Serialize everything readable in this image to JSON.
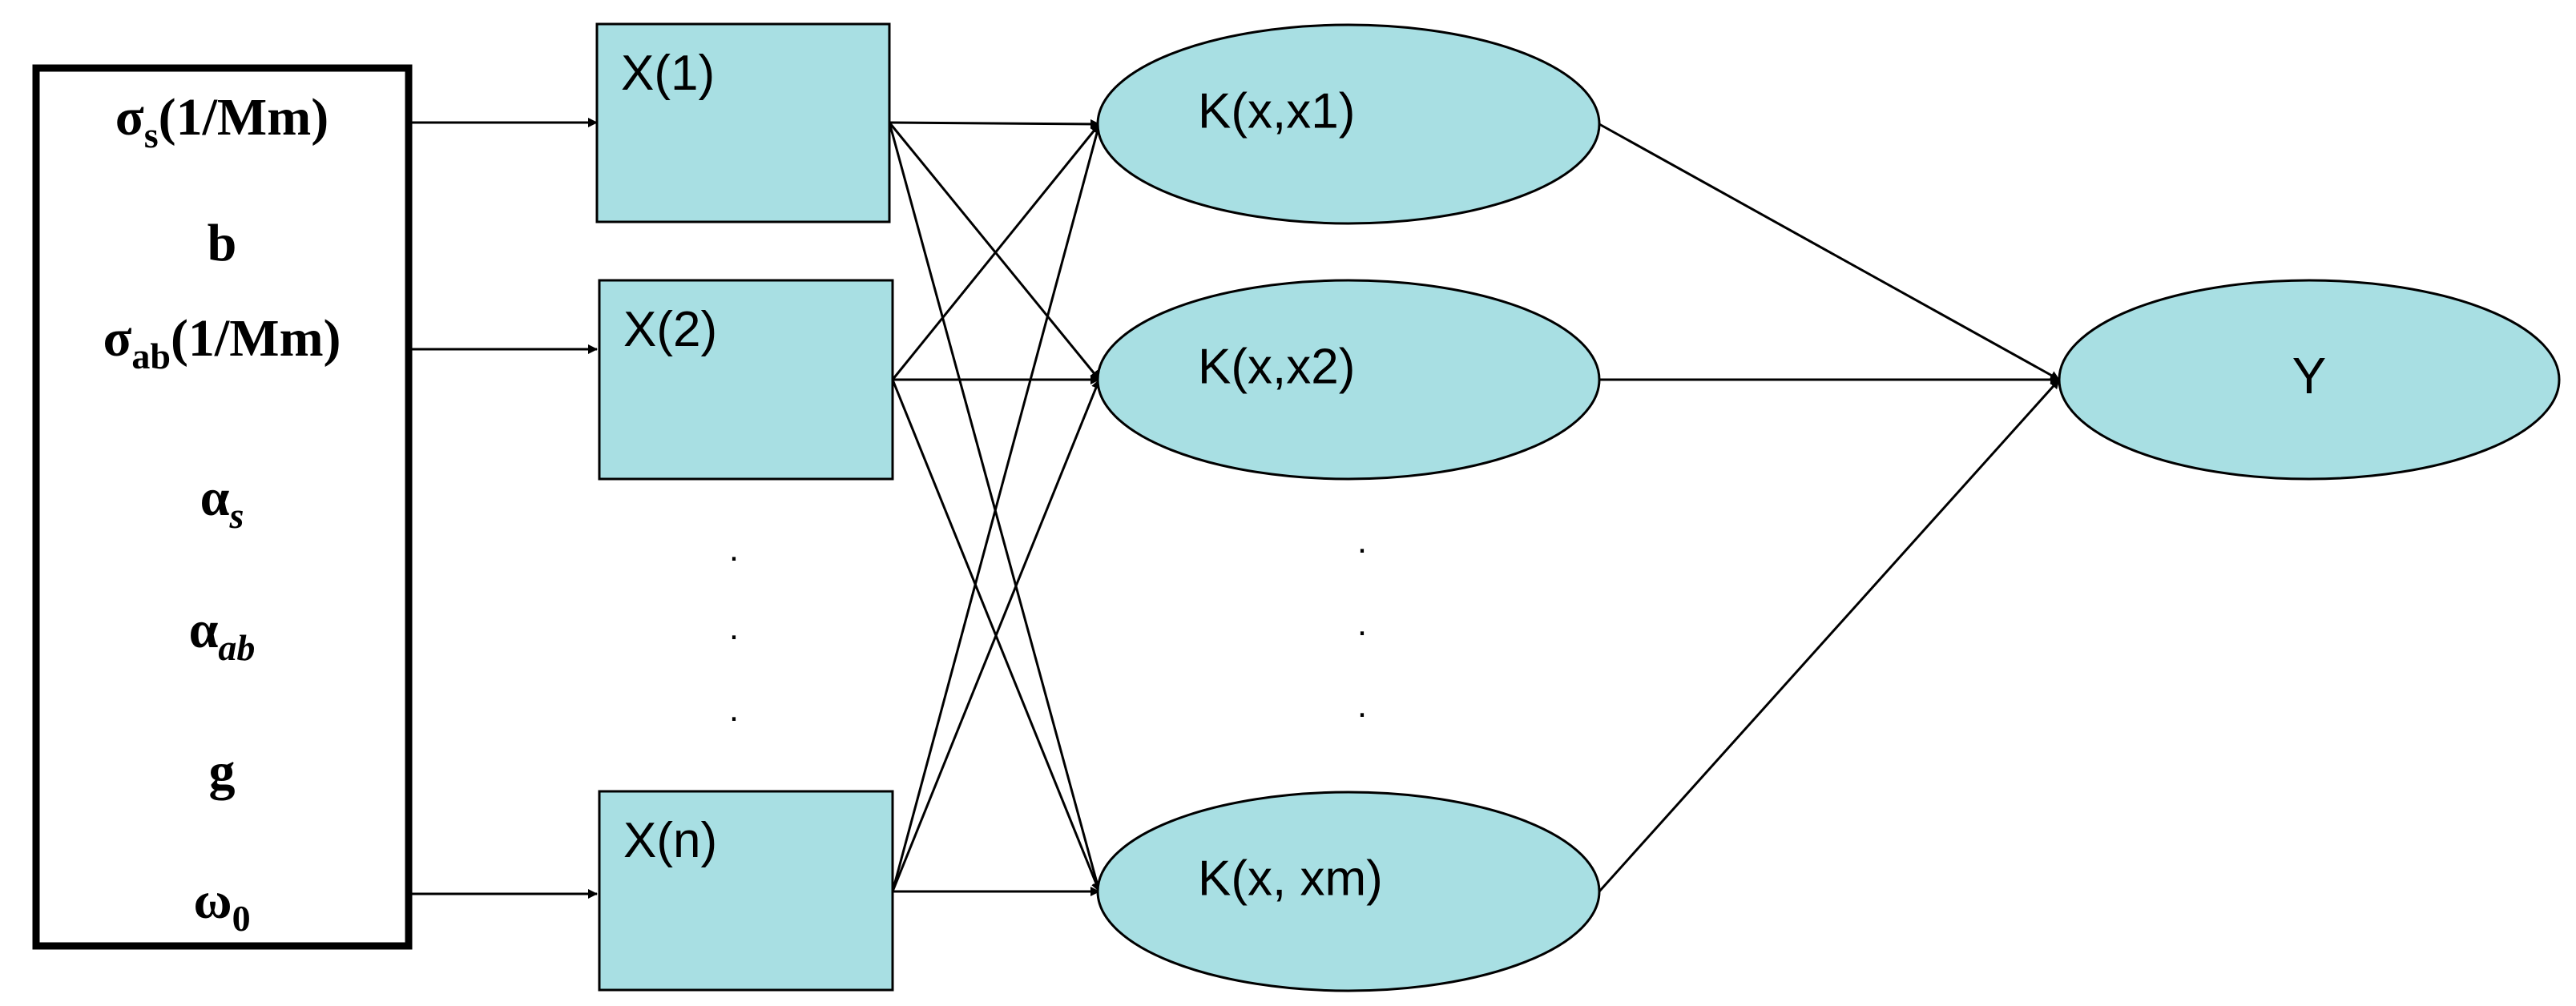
{
  "colors": {
    "node_fill": "#a8dfe3",
    "stroke": "#000000",
    "background": "#ffffff"
  },
  "input_panel": {
    "features": [
      {
        "main": "σ",
        "sub": "s",
        "sub_italic": false,
        "suffix": "(1/Mm)"
      },
      {
        "main": "b",
        "sub": "",
        "sub_italic": false,
        "suffix": ""
      },
      {
        "main": "σ",
        "sub": "ab",
        "sub_italic": false,
        "suffix": "(1/Mm)"
      },
      {
        "main": "α",
        "sub": "s",
        "sub_italic": true,
        "suffix": ""
      },
      {
        "main": "α",
        "sub": "ab",
        "sub_italic": true,
        "suffix": ""
      },
      {
        "main": "g",
        "sub": "",
        "sub_italic": false,
        "suffix": ""
      },
      {
        "main": "ω",
        "sub": "0",
        "sub_italic": false,
        "suffix": ""
      }
    ]
  },
  "input_nodes": [
    {
      "label": "X(1)"
    },
    {
      "label": "X(2)"
    },
    {
      "label": "X(n)"
    }
  ],
  "kernel_nodes": [
    {
      "label": "K(x,x1)"
    },
    {
      "label": "K(x,x2)"
    },
    {
      "label": "K(x, xm)"
    }
  ],
  "output_node": {
    "label": "Y"
  },
  "ellipsis": ".",
  "edges": {
    "feature_to_input": [
      [
        0,
        0
      ],
      [
        2,
        1
      ],
      [
        6,
        2
      ]
    ],
    "input_to_kernel": [
      [
        0,
        0
      ],
      [
        0,
        1
      ],
      [
        0,
        2
      ],
      [
        1,
        0
      ],
      [
        1,
        1
      ],
      [
        1,
        2
      ],
      [
        2,
        0
      ],
      [
        2,
        1
      ],
      [
        2,
        2
      ]
    ],
    "kernel_to_output": [
      0,
      1,
      2
    ]
  }
}
